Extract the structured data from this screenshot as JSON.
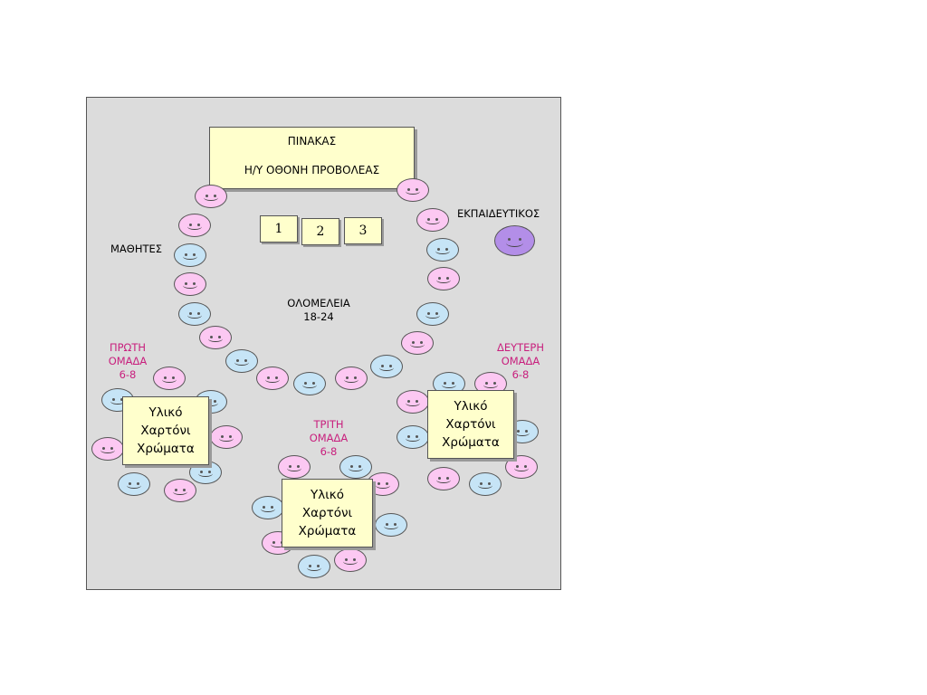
{
  "board": {
    "line1": "ΠΙΝΑΚΑΣ",
    "line2": "Η/Υ   ΟΘΟΝΗ   ΠΡΟΒΟΛΕΑΣ"
  },
  "numbered_boxes": [
    "1",
    "2",
    "3"
  ],
  "labels": {
    "teacher": "ΕΚΠΑΙΔΕΥΤΙΚΟΣ",
    "students": "ΜΑΘΗΤΕΣ",
    "plenary": {
      "line1": "ΟΛΟΜΕΛΕΙΑ",
      "line2": "18-24"
    },
    "group1": {
      "line1": "ΠΡΩΤΗ",
      "line2": "ΟΜΑΔΑ",
      "line3": "6-8"
    },
    "group2": {
      "line1": "ΔΕΥΤΕΡΗ",
      "line2": "ΟΜΑΔΑ",
      "line3": "6-8"
    },
    "group3": {
      "line1": "ΤΡΙΤΗ",
      "line2": "ΟΜΑΔΑ",
      "line3": "6-8"
    }
  },
  "materials": {
    "line1": "Υλικό",
    "line2": "Χαρτόνι",
    "line3": "Χρώματα"
  },
  "colors": {
    "room_background": "#dcdcdc",
    "box_fill": "#ffffcc",
    "pink_face": "#fcc8f2",
    "blue_face": "#c6e4f6",
    "teacher_face": "#b38ee8",
    "group_label": "#c81f7d"
  },
  "icons": {
    "student": "smiley-face-icon",
    "teacher": "teacher-smiley-icon"
  }
}
